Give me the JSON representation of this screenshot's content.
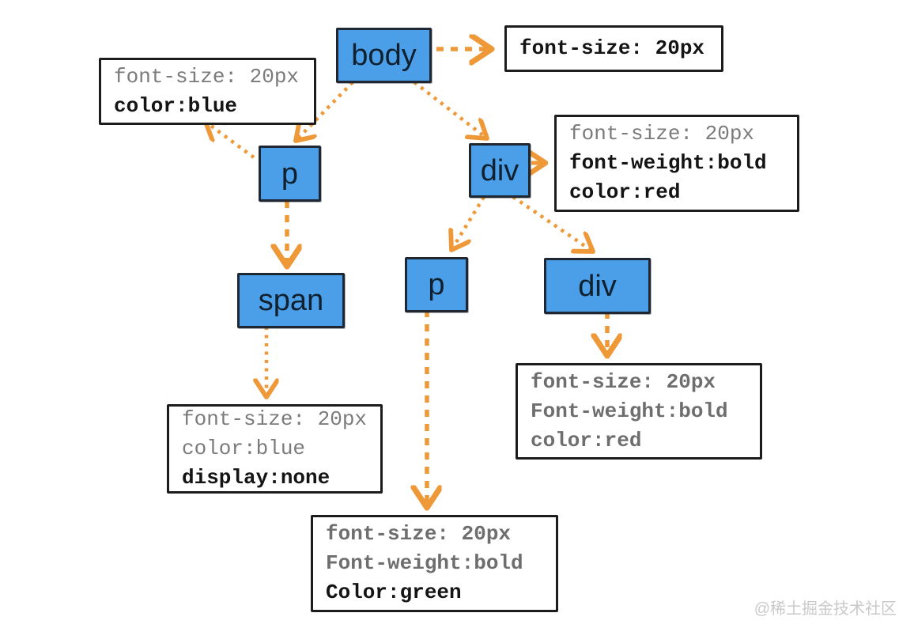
{
  "colors": {
    "node_fill": "#4A9FE8",
    "node_border": "#1F2733",
    "arrow_orange": "#EF9838",
    "box_border": "#1c1c1c",
    "muted_text": "#7b7b7b",
    "dark_text": "#141414",
    "watermark_text": "#c9c9c9"
  },
  "nodes": {
    "body": {
      "label": "body"
    },
    "p1": {
      "label": "p"
    },
    "div1": {
      "label": "div"
    },
    "span1": {
      "label": "span"
    },
    "p2": {
      "label": "p"
    },
    "div2": {
      "label": "div"
    }
  },
  "style_boxes": {
    "body_rule": {
      "lines": {
        "l1": {
          "text": "font-size: 20px",
          "tone": "dark"
        }
      }
    },
    "p_rule": {
      "lines": {
        "l1": {
          "text": "font-size: 20px",
          "tone": "muted"
        },
        "l2": {
          "text": "color:blue",
          "tone": "dark"
        }
      }
    },
    "div_rule": {
      "lines": {
        "l1": {
          "text": "font-size: 20px",
          "tone": "muted"
        },
        "l2": {
          "text": "font-weight:bold",
          "tone": "dark"
        },
        "l3": {
          "text": "color:red",
          "tone": "dark"
        }
      }
    },
    "span_rule": {
      "lines": {
        "l1": {
          "text": "font-size: 20px",
          "tone": "muted"
        },
        "l2": {
          "text": "color:blue",
          "tone": "muted"
        },
        "l3": {
          "text": "display:none",
          "tone": "dark"
        }
      }
    },
    "div_child_rule": {
      "lines": {
        "l1": {
          "text": "font-size: 20px",
          "tone": "muted-bold"
        },
        "l2": {
          "text": "Font-weight:bold",
          "tone": "muted-bold"
        },
        "l3": {
          "text": "color:red",
          "tone": "muted-bold"
        }
      }
    },
    "p_child_rule": {
      "lines": {
        "l1": {
          "text": "font-size: 20px",
          "tone": "muted-bold"
        },
        "l2": {
          "text": "Font-weight:bold",
          "tone": "muted-bold"
        },
        "l3": {
          "text": "Color:green",
          "tone": "dark"
        }
      }
    }
  },
  "edges": [
    {
      "from": "body",
      "to": "body_rule",
      "style": "dashed"
    },
    {
      "from": "body",
      "to": "p1",
      "style": "dotted"
    },
    {
      "from": "body",
      "to": "div1",
      "style": "dotted"
    },
    {
      "from": "p1",
      "to": "p_rule",
      "style": "dotted"
    },
    {
      "from": "p1",
      "to": "span1",
      "style": "dashed"
    },
    {
      "from": "span1",
      "to": "span_rule",
      "style": "dotted"
    },
    {
      "from": "div1",
      "to": "div_rule",
      "style": "solid"
    },
    {
      "from": "div1",
      "to": "p2",
      "style": "dotted"
    },
    {
      "from": "div1",
      "to": "div2",
      "style": "dotted"
    },
    {
      "from": "p2",
      "to": "p_child_rule",
      "style": "dashed"
    },
    {
      "from": "div2",
      "to": "div_child_rule",
      "style": "dashed"
    }
  ],
  "watermark": {
    "text": "@稀土掘金技术社区"
  }
}
